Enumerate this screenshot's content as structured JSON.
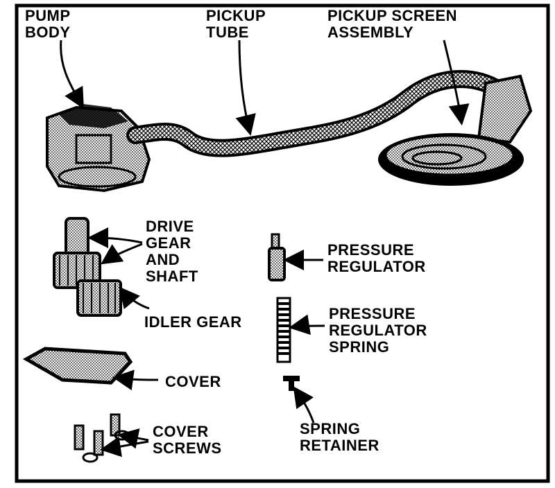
{
  "labels": {
    "pump_body": [
      "PUMP",
      "BODY"
    ],
    "pickup_tube": [
      "PICKUP",
      "TUBE"
    ],
    "pickup_screen_assembly": [
      "PICKUP SCREEN",
      "ASSEMBLY"
    ],
    "drive_gear_and_shaft": [
      "DRIVE",
      "GEAR",
      "AND",
      "SHAFT"
    ],
    "idler_gear": [
      "IDLER GEAR"
    ],
    "cover": [
      "COVER"
    ],
    "cover_screws": [
      "COVER",
      "SCREWS"
    ],
    "pressure_regulator": [
      "PRESSURE",
      "REGULATOR"
    ],
    "pressure_regulator_spring": [
      "PRESSURE",
      "REGULATOR",
      "SPRING"
    ],
    "spring_retainer": [
      "SPRING",
      "RETAINER"
    ]
  },
  "colors": {
    "ink": "#000000",
    "paper": "#ffffff",
    "stipple": "#7a7a7a"
  }
}
